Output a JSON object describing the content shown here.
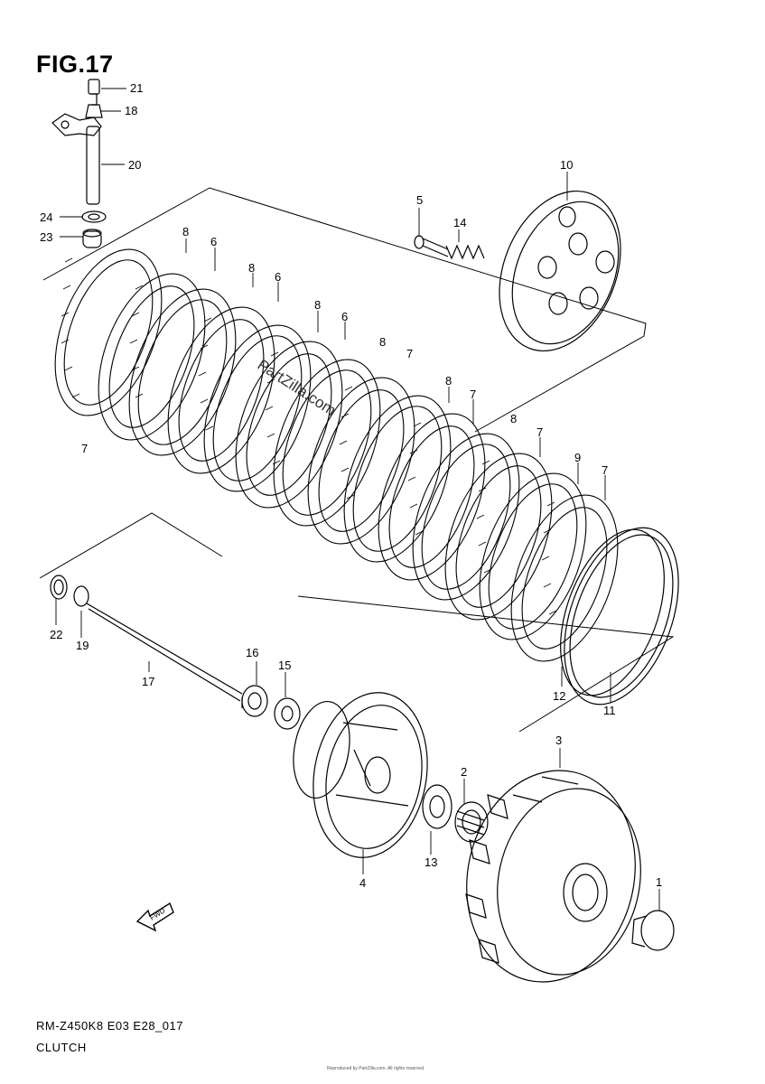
{
  "figure": {
    "title": "FIG.17",
    "model_code": "RM-Z450K8 E03 E28_017",
    "section_name": "CLUTCH",
    "watermark": "PartZilla.com",
    "copyright": "Reproduced by PartZilla.com. All rights reserved."
  },
  "callouts": [
    {
      "id": "c21",
      "text": "21"
    },
    {
      "id": "c18",
      "text": "18"
    },
    {
      "id": "c20",
      "text": "20"
    },
    {
      "id": "c24",
      "text": "24"
    },
    {
      "id": "c23",
      "text": "23"
    },
    {
      "id": "c10",
      "text": "10"
    },
    {
      "id": "c5",
      "text": "5"
    },
    {
      "id": "c14",
      "text": "14"
    },
    {
      "id": "c8a",
      "text": "8"
    },
    {
      "id": "c6a",
      "text": "6"
    },
    {
      "id": "c8b",
      "text": "8"
    },
    {
      "id": "c6b",
      "text": "6"
    },
    {
      "id": "c8c",
      "text": "8"
    },
    {
      "id": "c6c",
      "text": "6"
    },
    {
      "id": "c8d",
      "text": "8"
    },
    {
      "id": "c7a",
      "text": "7"
    },
    {
      "id": "c7b",
      "text": "7"
    },
    {
      "id": "c8e",
      "text": "8"
    },
    {
      "id": "c7c",
      "text": "7"
    },
    {
      "id": "c8f",
      "text": "8"
    },
    {
      "id": "c7d",
      "text": "7"
    },
    {
      "id": "c9",
      "text": "9"
    },
    {
      "id": "c7e",
      "text": "7"
    },
    {
      "id": "c7f",
      "text": "7"
    },
    {
      "id": "c12",
      "text": "12"
    },
    {
      "id": "c11",
      "text": "11"
    },
    {
      "id": "c22",
      "text": "22"
    },
    {
      "id": "c19",
      "text": "19"
    },
    {
      "id": "c17",
      "text": "17"
    },
    {
      "id": "c16",
      "text": "16"
    },
    {
      "id": "c15",
      "text": "15"
    },
    {
      "id": "c3",
      "text": "3"
    },
    {
      "id": "c2",
      "text": "2"
    },
    {
      "id": "c13",
      "text": "13"
    },
    {
      "id": "c4",
      "text": "4"
    },
    {
      "id": "c1",
      "text": "1"
    }
  ],
  "fwd_arrow_label": "FWD",
  "colors": {
    "ink": "#000000",
    "background": "#ffffff"
  }
}
